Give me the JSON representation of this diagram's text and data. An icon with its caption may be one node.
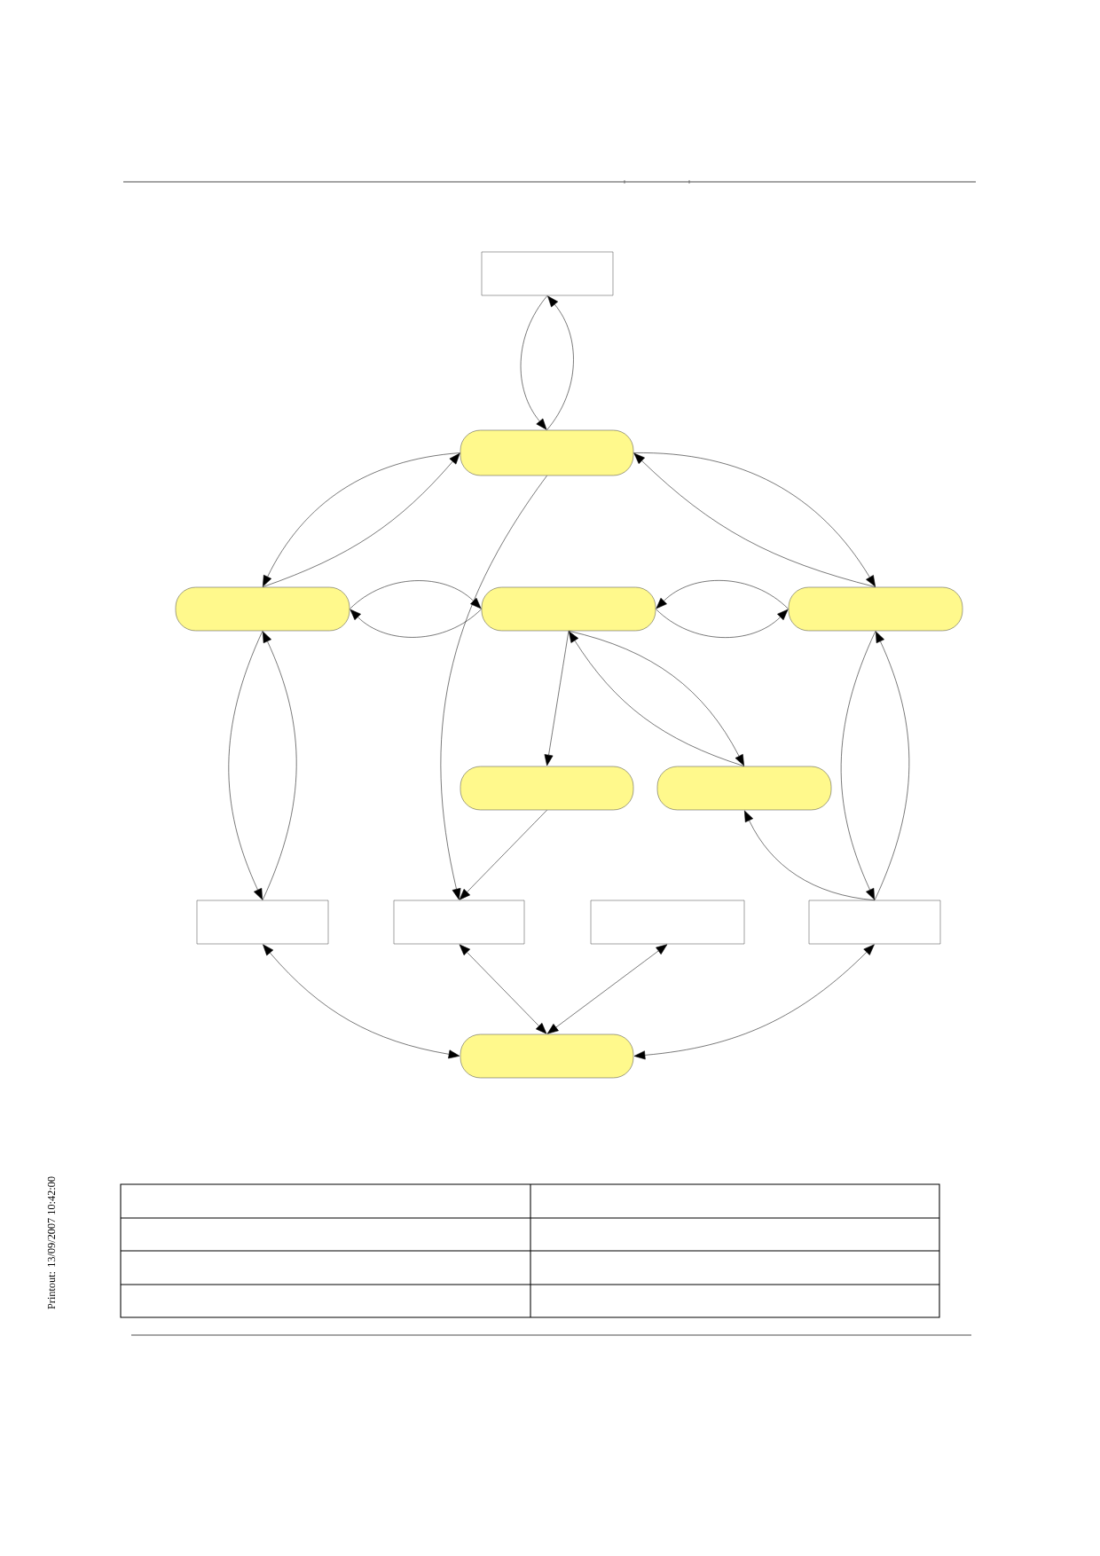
{
  "diagram": {
    "nodes": [
      {
        "text": [],
        "shape": "box"
      },
      {
        "text": [],
        "shape": "capsule"
      },
      {
        "text": [],
        "shape": "capsule"
      },
      {
        "text": [],
        "shape": "capsule"
      },
      {
        "text": [],
        "shape": "capsule"
      },
      {
        "text": [],
        "shape": "capsule"
      },
      {
        "text": [],
        "shape": "capsule"
      },
      {
        "text": [],
        "shape": "box"
      },
      {
        "text": [],
        "shape": "box"
      },
      {
        "text": [],
        "shape": "box"
      },
      {
        "text": [],
        "shape": "box"
      },
      {
        "text": [],
        "shape": "capsule"
      }
    ],
    "edges": [
      {
        "from": 0,
        "to": 1,
        "arrow": "to"
      },
      {
        "from": 1,
        "to": 0,
        "arrow": "to"
      },
      {
        "from": 1,
        "to": 2,
        "arrow": "to"
      },
      {
        "from": 2,
        "to": 1,
        "arrow": "to"
      },
      {
        "from": 1,
        "to": 4,
        "arrow": "to"
      },
      {
        "from": 4,
        "to": 1,
        "arrow": "to"
      },
      {
        "from": 1,
        "to": 8,
        "arrow": "to"
      },
      {
        "from": 2,
        "to": 3,
        "arrow": "to"
      },
      {
        "from": 3,
        "to": 2,
        "arrow": "to"
      },
      {
        "from": 4,
        "to": 3,
        "arrow": "to"
      },
      {
        "from": 3,
        "to": 4,
        "arrow": "to"
      },
      {
        "from": 3,
        "to": 5,
        "arrow": "to"
      },
      {
        "from": 3,
        "to": 6,
        "arrow": "to"
      },
      {
        "from": 6,
        "to": 3,
        "arrow": "to"
      },
      {
        "from": 5,
        "to": 8,
        "arrow": "to"
      },
      {
        "from": 10,
        "to": 6,
        "arrow": "to"
      },
      {
        "from": 2,
        "to": 7,
        "arrow": "to"
      },
      {
        "from": 7,
        "to": 2,
        "arrow": "to"
      },
      {
        "from": 4,
        "to": 10,
        "arrow": "to"
      },
      {
        "from": 10,
        "to": 4,
        "arrow": "to"
      },
      {
        "from": 7,
        "to": 11,
        "arrow": "both"
      },
      {
        "from": 8,
        "to": 11,
        "arrow": "both"
      },
      {
        "from": 9,
        "to": 11,
        "arrow": "both"
      },
      {
        "from": 10,
        "to": 11,
        "arrow": "both"
      }
    ],
    "labels": [
      "Printout: 13/09/2007 10:42:00"
    ]
  }
}
